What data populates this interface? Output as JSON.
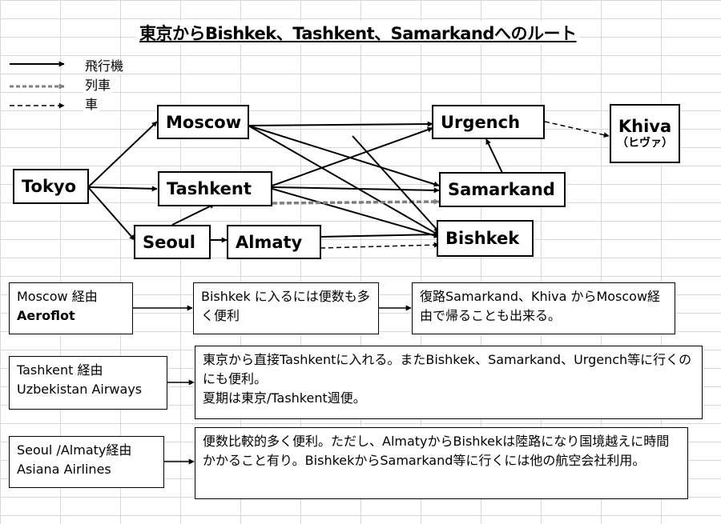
{
  "title": "東京からBishkek、Tashkent、Samarkandへのルート",
  "legend": [
    {
      "label": "飛行機",
      "style": "solid"
    },
    {
      "label": "列車",
      "style": "double-dashed"
    },
    {
      "label": "車",
      "style": "dashed"
    }
  ],
  "nodes": {
    "tokyo": "Tokyo",
    "moscow": "Moscow",
    "tashkent": "Tashkent",
    "seoul": "Seoul",
    "almaty": "Almaty",
    "urgench": "Urgench",
    "samarkand": "Samarkand",
    "bishkek": "Bishkek",
    "khiva": "Khiva",
    "khiva_sub": "（ヒヴァ）"
  },
  "routes": {
    "moscow": {
      "label_line1": "Moscow 経由",
      "airline": "Aeroflot",
      "note1": "Bishkek に入るには便数も多く便利",
      "note2": "復路Samarkand、Khiva からMoscow経由で帰ることも出来る。"
    },
    "tashkent": {
      "label_line1": "Tashkent 経由",
      "airline": "Uzbekistan Airways",
      "note_line1": "東京から直接Tashkentに入れる。またBishkek、Samarkand、Urgench等に行くのにも便利。",
      "note_line2": "夏期は東京/Tashkent週便。"
    },
    "seoul": {
      "label_line1": "Seoul /Almaty経由",
      "airline": "Asiana Airlines",
      "note": "便数比較的多く便利。ただし、AlmatyからBishkekは陸路になり国境越えに時間かかること有り。BishkekからSamarkand等に行くには他の航空会社利用。"
    }
  },
  "colors": {
    "line": "#000000",
    "train": "#7f7f7f",
    "box_bg": "#ffffff"
  }
}
